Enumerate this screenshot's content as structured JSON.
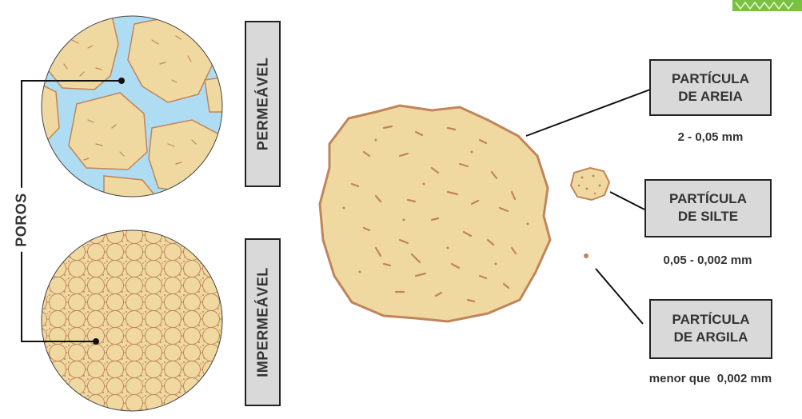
{
  "labels": {
    "permeable": "PERMEÁVEL",
    "impermeable": "IMPERMEÁVEL",
    "pores": "POROS"
  },
  "particles": [
    {
      "line1": "PARTÍCULA",
      "line2": "DE AREIA",
      "size": "2 - 0,05 mm"
    },
    {
      "line1": "PARTÍCULA",
      "line2": "DE SILTE",
      "size": "0,05 - 0,002 mm"
    },
    {
      "line1": "PARTÍCULA",
      "line2": "DE ARGILA",
      "size": "menor que  0,002 mm"
    }
  ],
  "colors": {
    "grain": "#f0d9a1",
    "grain_outline": "#c0855a",
    "water": "#aedcf2",
    "box": "#d9d9d9",
    "logo": "#7ac142"
  }
}
